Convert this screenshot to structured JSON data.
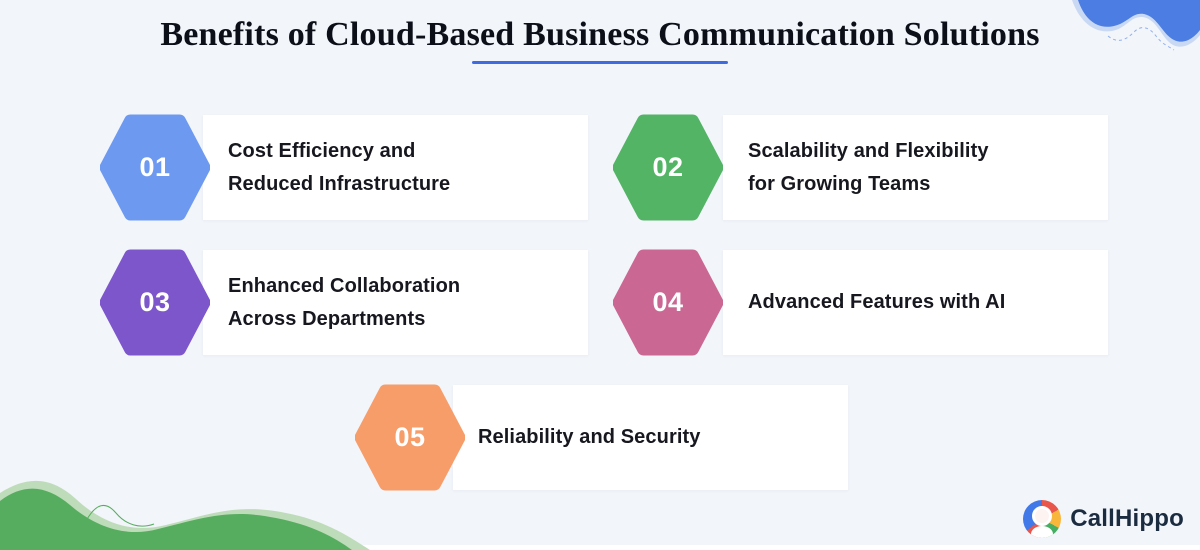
{
  "page": {
    "title": "Benefits of Cloud-Based Business Communication Solutions"
  },
  "palette": {
    "background": "#f2f5fa",
    "card_background": "#ffffff",
    "title_underline": "#3e6be1",
    "text": "#17171f",
    "blob_blue": "#4b7de2",
    "blob_blue_light": "#c9d9f4",
    "blob_green": "#57ad5f",
    "blob_green_light": "#bedcba"
  },
  "cards": [
    {
      "number": "01",
      "color": "#6d9af0",
      "lines": [
        "Cost Efficiency and",
        "Reduced Infrastructure"
      ]
    },
    {
      "number": "02",
      "color": "#53b466",
      "lines": [
        "Scalability and Flexibility",
        "for Growing Teams"
      ]
    },
    {
      "number": "03",
      "color": "#7d56cb",
      "lines": [
        "Enhanced Collaboration",
        "Across Departments"
      ]
    },
    {
      "number": "04",
      "color": "#ca6893",
      "lines": [
        "Advanced Features with AI"
      ]
    },
    {
      "number": "05",
      "color": "#f69d6a",
      "lines": [
        "Reliability and Security"
      ]
    }
  ],
  "logo": {
    "text": "CallHippo"
  }
}
